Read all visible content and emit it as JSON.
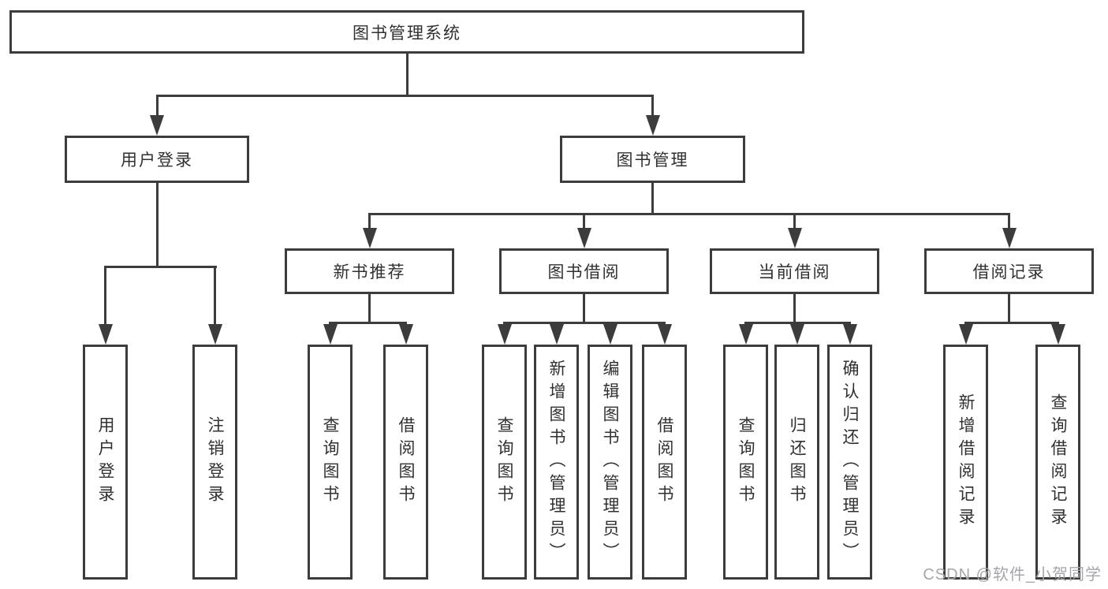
{
  "diagram": {
    "root": {
      "label": "图书管理系统"
    },
    "level2": {
      "user_login": {
        "label": "用户登录"
      },
      "book_mgmt": {
        "label": "图书管理"
      }
    },
    "level3": {
      "new_book": {
        "label": "新书推荐"
      },
      "book_borrow": {
        "label": "图书借阅"
      },
      "current_borrow": {
        "label": "当前借阅"
      },
      "borrow_record": {
        "label": "借阅记录"
      }
    },
    "leaves": {
      "user_login": [
        "用户登录",
        "注销登录"
      ],
      "new_book": [
        "查询图书",
        "借阅图书"
      ],
      "book_borrow": [
        "查询图书",
        "新增图书（管理员）",
        "编辑图书（管理员）",
        "借阅图书"
      ],
      "current_borrow": [
        "查询图书",
        "归还图书",
        "确认归还（管理员）"
      ],
      "borrow_record": [
        "新增借阅记录",
        "查询借阅记录"
      ]
    }
  },
  "watermark": {
    "text": "CSDN @软件_小贺同学"
  },
  "colors": {
    "line": "#3c3c3c",
    "text": "#303030",
    "watermark": "#a6a6ab",
    "background": "#ffffff"
  }
}
